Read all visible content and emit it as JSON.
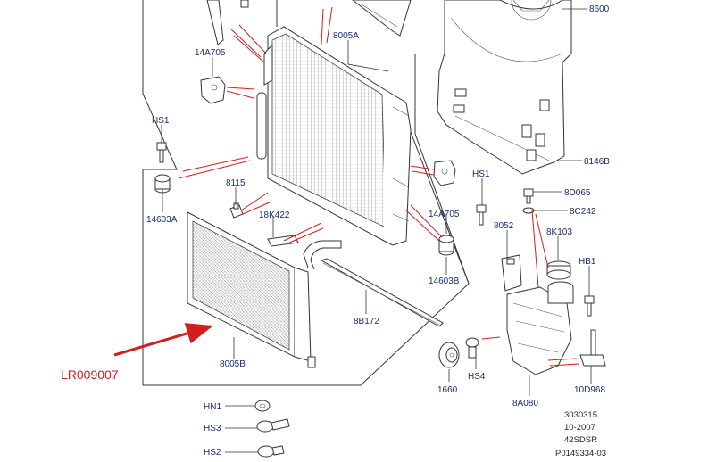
{
  "labels": {
    "p8600": "8600",
    "p8005a": "8005A",
    "p14a705_top": "14A705",
    "p8146b": "8146B",
    "pHS1_left": "HS1",
    "p8115": "8115",
    "p18k422": "18K422",
    "p14603a": "14603A",
    "p14a705_mid": "14A705",
    "p14603b": "14603B",
    "pHS1_mid": "HS1",
    "p8d065": "8D065",
    "p8c242": "8C242",
    "p8052": "8052",
    "p8k103": "8K103",
    "pHB1": "HB1",
    "p8b172": "8B172",
    "p8005b": "8005B",
    "pHS4": "HS4",
    "p1660": "1660",
    "p8a080": "8A080",
    "p10d968": "10D968",
    "pHN1": "HN1",
    "pHS3": "HS3",
    "pHS2": "HS2"
  },
  "callout": {
    "part_number": "LR009007",
    "color": "#d21e1e"
  },
  "info": {
    "line1": "3030315",
    "line2": "10-2007",
    "line3": "42SDSR",
    "line4": "P0149334-03"
  },
  "colors": {
    "label": "#1a2a6e",
    "arrow": "#d21e1e",
    "line": "#333333"
  }
}
